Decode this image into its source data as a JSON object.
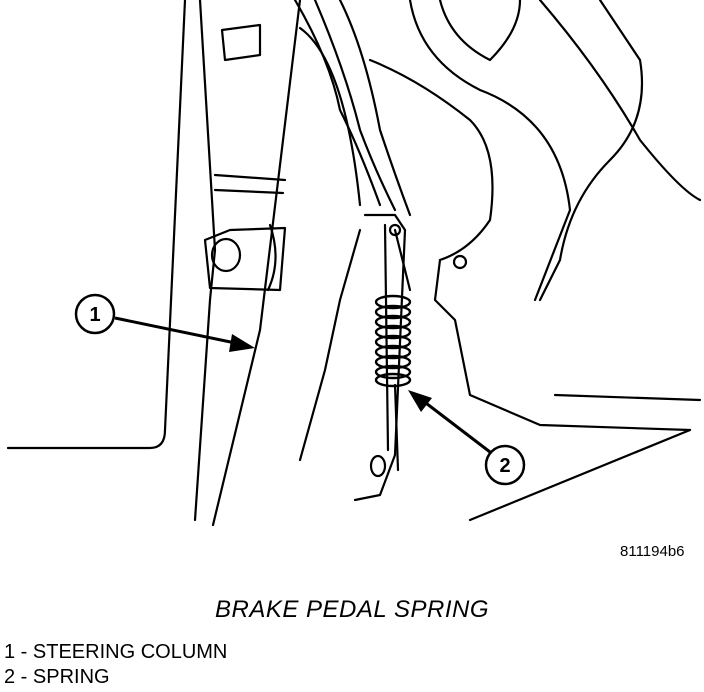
{
  "figure_id": "811194b6",
  "caption": "BRAKE PEDAL SPRING",
  "callouts": [
    {
      "number": "1",
      "label": "STEERING COLUMN"
    },
    {
      "number": "2",
      "label": "SPRING"
    }
  ],
  "legend": [
    "1 - STEERING COLUMN",
    "2 - SPRING"
  ]
}
